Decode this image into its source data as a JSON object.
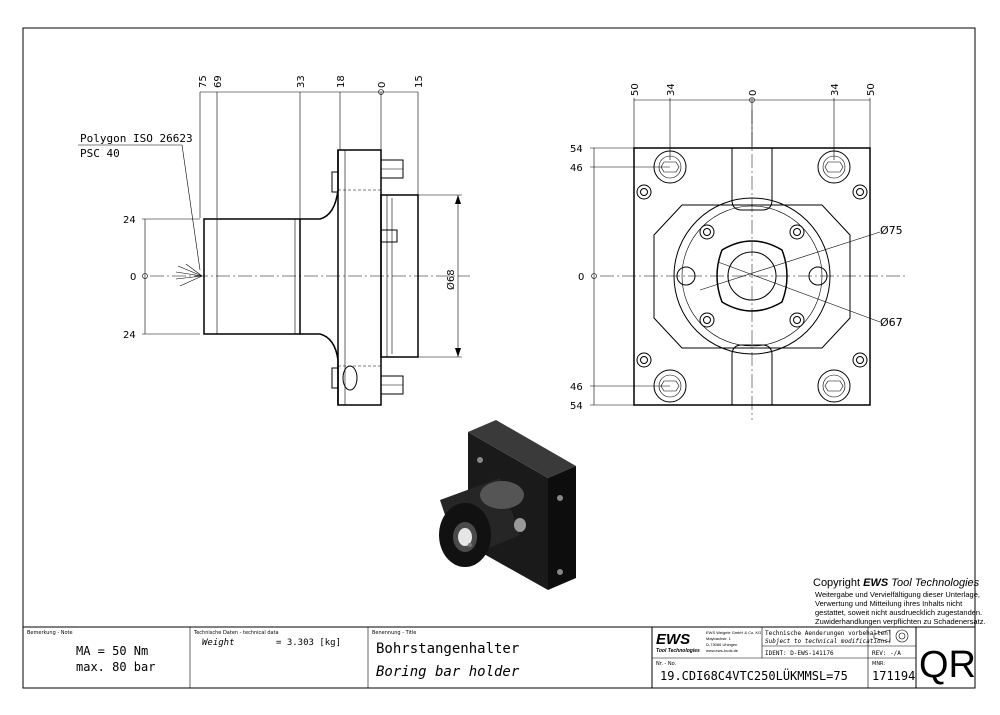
{
  "side_view": {
    "callout": {
      "line1": "Polygon ISO 26623",
      "line2": "PSC 40"
    },
    "top_dims": [
      "75",
      "69",
      "33",
      "18",
      "0",
      "15"
    ],
    "left_dims": {
      "top": "24",
      "mid": "0",
      "bottom": "24"
    },
    "diameter": "Ø68"
  },
  "front_view": {
    "top_dims": [
      "50",
      "34",
      "0",
      "34",
      "50"
    ],
    "left_dims": [
      "54",
      "46",
      "0",
      "46",
      "54"
    ],
    "dia_outer": "Ø75",
    "dia_inner": "Ø67"
  },
  "copyright": {
    "prefix": "Copyright ",
    "brand": "EWS",
    "suffix": " Tool Technologies",
    "lines": [
      "Weitergabe und Vervielfältigung dieser Unterlage,",
      "Verwertung und Mitteilung ihres Inhalts nicht",
      "gestattet, soweit nicht ausdruecklich zugestanden.",
      "Zuwiderhandlungen verpflichten zu Schadenersatz."
    ]
  },
  "title_block": {
    "note": {
      "label": "Bemerkung - Note",
      "line1": "MA = 50 Nm",
      "line2": "max. 80 bar"
    },
    "technical": {
      "label": "Technische Daten - technical data",
      "weight_label": "Weight",
      "weight_value": "= 3.303 [kg]"
    },
    "title": {
      "label": "Benennung - Title",
      "de": "Bohrstangenhalter",
      "en": "Boring bar holder"
    },
    "company": {
      "logo": "EWS",
      "logo_sub": "Tool Technologies",
      "addr1": "EWS Weigele GmbH & Co. KG",
      "addr2": "Maybachstr. 1",
      "addr3": "D-73066 Uhingen",
      "addr4": "www.ews-tools.de"
    },
    "rights": {
      "line1": "Technische Aenderungen vorbehalten!",
      "line2": "Subject to technical modifications!"
    },
    "ident": "IDENT:  D-EWS-141176",
    "rev": "REV:  -/A",
    "number_label": "Nr. - No.",
    "part_number": "19.CDI68C4VTC250LÜKMMSL=75",
    "mnr_label": "MNR:",
    "mnr": "171194",
    "qr": "QR"
  }
}
